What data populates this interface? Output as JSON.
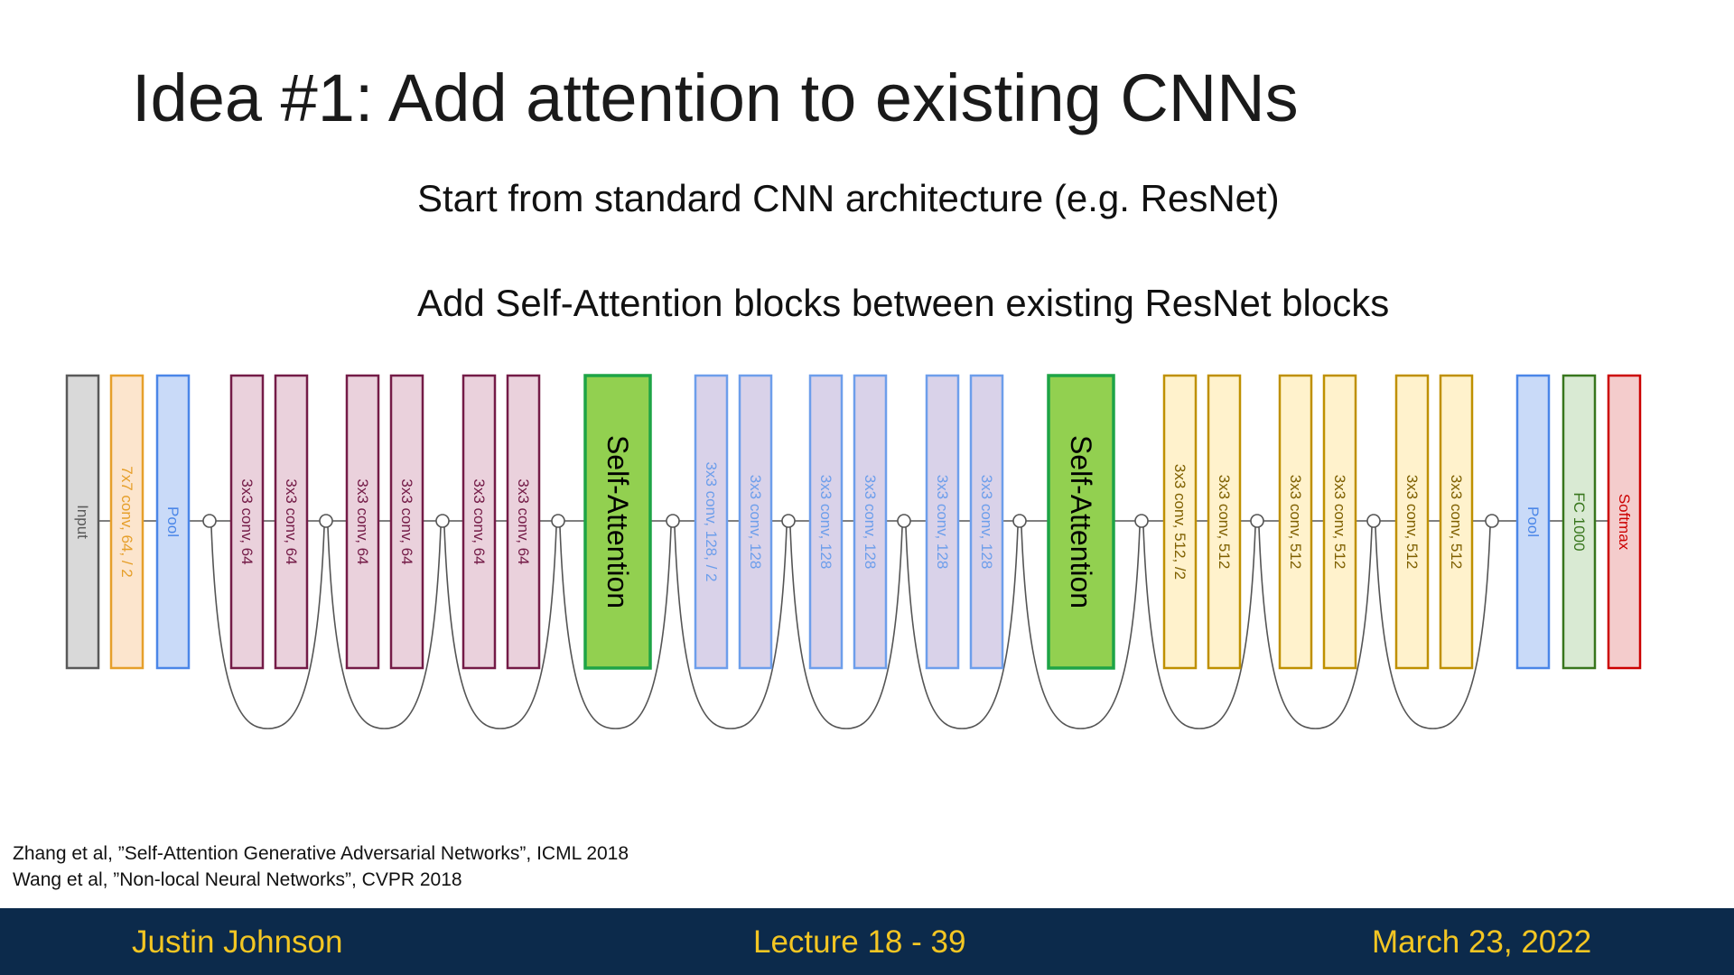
{
  "slide": {
    "title": "Idea #1: Add attention to existing CNNs",
    "bullets": [
      "Start from standard CNN architecture (e.g. ResNet)",
      "Add Self-Attention blocks between existing ResNet blocks"
    ]
  },
  "diagram": {
    "blocks": [
      {
        "label": "Input",
        "kind": "input"
      },
      {
        "label": "7x7 conv, 64, / 2",
        "kind": "conv7"
      },
      {
        "label": "Pool",
        "kind": "pool"
      },
      {
        "label": "3x3 conv, 64",
        "kind": "c64"
      },
      {
        "label": "3x3 conv, 64",
        "kind": "c64"
      },
      {
        "label": "3x3 conv, 64",
        "kind": "c64"
      },
      {
        "label": "3x3 conv, 64",
        "kind": "c64"
      },
      {
        "label": "3x3 conv, 64",
        "kind": "c64"
      },
      {
        "label": "3x3 conv, 64",
        "kind": "c64"
      },
      {
        "label": "Self-Attention",
        "kind": "attn"
      },
      {
        "label": "3x3 conv, 128, / 2",
        "kind": "c128"
      },
      {
        "label": "3x3 conv, 128",
        "kind": "c128"
      },
      {
        "label": "3x3 conv, 128",
        "kind": "c128"
      },
      {
        "label": "3x3 conv, 128",
        "kind": "c128"
      },
      {
        "label": "3x3 conv, 128",
        "kind": "c128"
      },
      {
        "label": "3x3 conv, 128",
        "kind": "c128"
      },
      {
        "label": "Self-Attention",
        "kind": "attn"
      },
      {
        "label": "3x3 conv, 512, /2",
        "kind": "c512"
      },
      {
        "label": "3x3 conv, 512",
        "kind": "c512"
      },
      {
        "label": "3x3 conv, 512",
        "kind": "c512"
      },
      {
        "label": "3x3 conv, 512",
        "kind": "c512"
      },
      {
        "label": "3x3 conv, 512",
        "kind": "c512"
      },
      {
        "label": "3x3 conv, 512",
        "kind": "c512"
      },
      {
        "label": "Pool",
        "kind": "pool"
      },
      {
        "label": "FC 1000",
        "kind": "fc"
      },
      {
        "label": "Softmax",
        "kind": "softmax"
      }
    ],
    "styles": {
      "input": {
        "fill": "#d9d9d9",
        "stroke": "#595959",
        "text": "#595959"
      },
      "conv7": {
        "fill": "#fce5cd",
        "stroke": "#e69f2a",
        "text": "#e69f2a"
      },
      "pool": {
        "fill": "#c9daf8",
        "stroke": "#4a86e8",
        "text": "#4a86e8"
      },
      "c64": {
        "fill": "#ead1dc",
        "stroke": "#741b47",
        "text": "#741b47"
      },
      "attn": {
        "fill": "#92d050",
        "stroke": "#1ea446",
        "text": "#000000"
      },
      "c128": {
        "fill": "#d9d2e9",
        "stroke": "#6d9eeb",
        "text": "#6d9eeb"
      },
      "c512": {
        "fill": "#fff2cc",
        "stroke": "#bf9000",
        "text": "#7f6000"
      },
      "fc": {
        "fill": "#d9ead3",
        "stroke": "#38761d",
        "text": "#38761d"
      },
      "softmax": {
        "fill": "#f4cccc",
        "stroke": "#cc0000",
        "text": "#cc0000"
      }
    },
    "line_color": "#555555"
  },
  "references": [
    "Zhang et al, ”Self-Attention Generative Adversarial Networks”, ICML 2018",
    "Wang et al, ”Non-local Neural Networks”, CVPR 2018"
  ],
  "footer": {
    "author": "Justin Johnson",
    "lecture": "Lecture 18 -  39",
    "date": "March 23, 2022"
  }
}
